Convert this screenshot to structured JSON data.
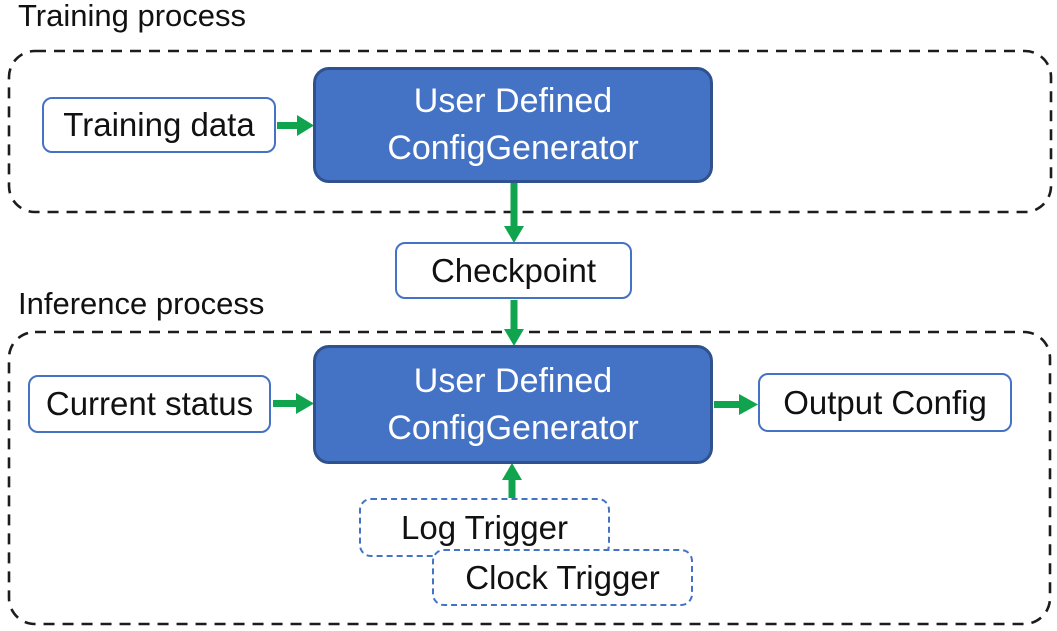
{
  "colors": {
    "generator_fill": "#4472C4",
    "generator_border": "#2F528F",
    "node_border": "#4472C4",
    "trigger_border": "#4472C4",
    "arrow_green": "#10A44F",
    "container_dash": "#1c1c1c",
    "text_dark": "#111111",
    "text_light": "#FFFFFF"
  },
  "sections": {
    "training": {
      "label": "Training process"
    },
    "inference": {
      "label": "Inference process"
    }
  },
  "nodes": {
    "training_data": {
      "label": "Training data"
    },
    "train_generator": {
      "line1": "User Defined",
      "line2": "ConfigGenerator"
    },
    "checkpoint": {
      "label": "Checkpoint"
    },
    "current_status": {
      "label": "Current status"
    },
    "infer_generator": {
      "line1": "User Defined",
      "line2": "ConfigGenerator"
    },
    "output_config": {
      "label": "Output Config"
    },
    "log_trigger": {
      "label": "Log Trigger"
    },
    "clock_trigger": {
      "label": "Clock Trigger"
    }
  },
  "edges": [
    {
      "from": "training_data",
      "to": "train_generator"
    },
    {
      "from": "train_generator",
      "to": "checkpoint"
    },
    {
      "from": "checkpoint",
      "to": "infer_generator"
    },
    {
      "from": "current_status",
      "to": "infer_generator"
    },
    {
      "from": "infer_generator",
      "to": "output_config"
    },
    {
      "from": "log_trigger",
      "to": "infer_generator"
    }
  ]
}
